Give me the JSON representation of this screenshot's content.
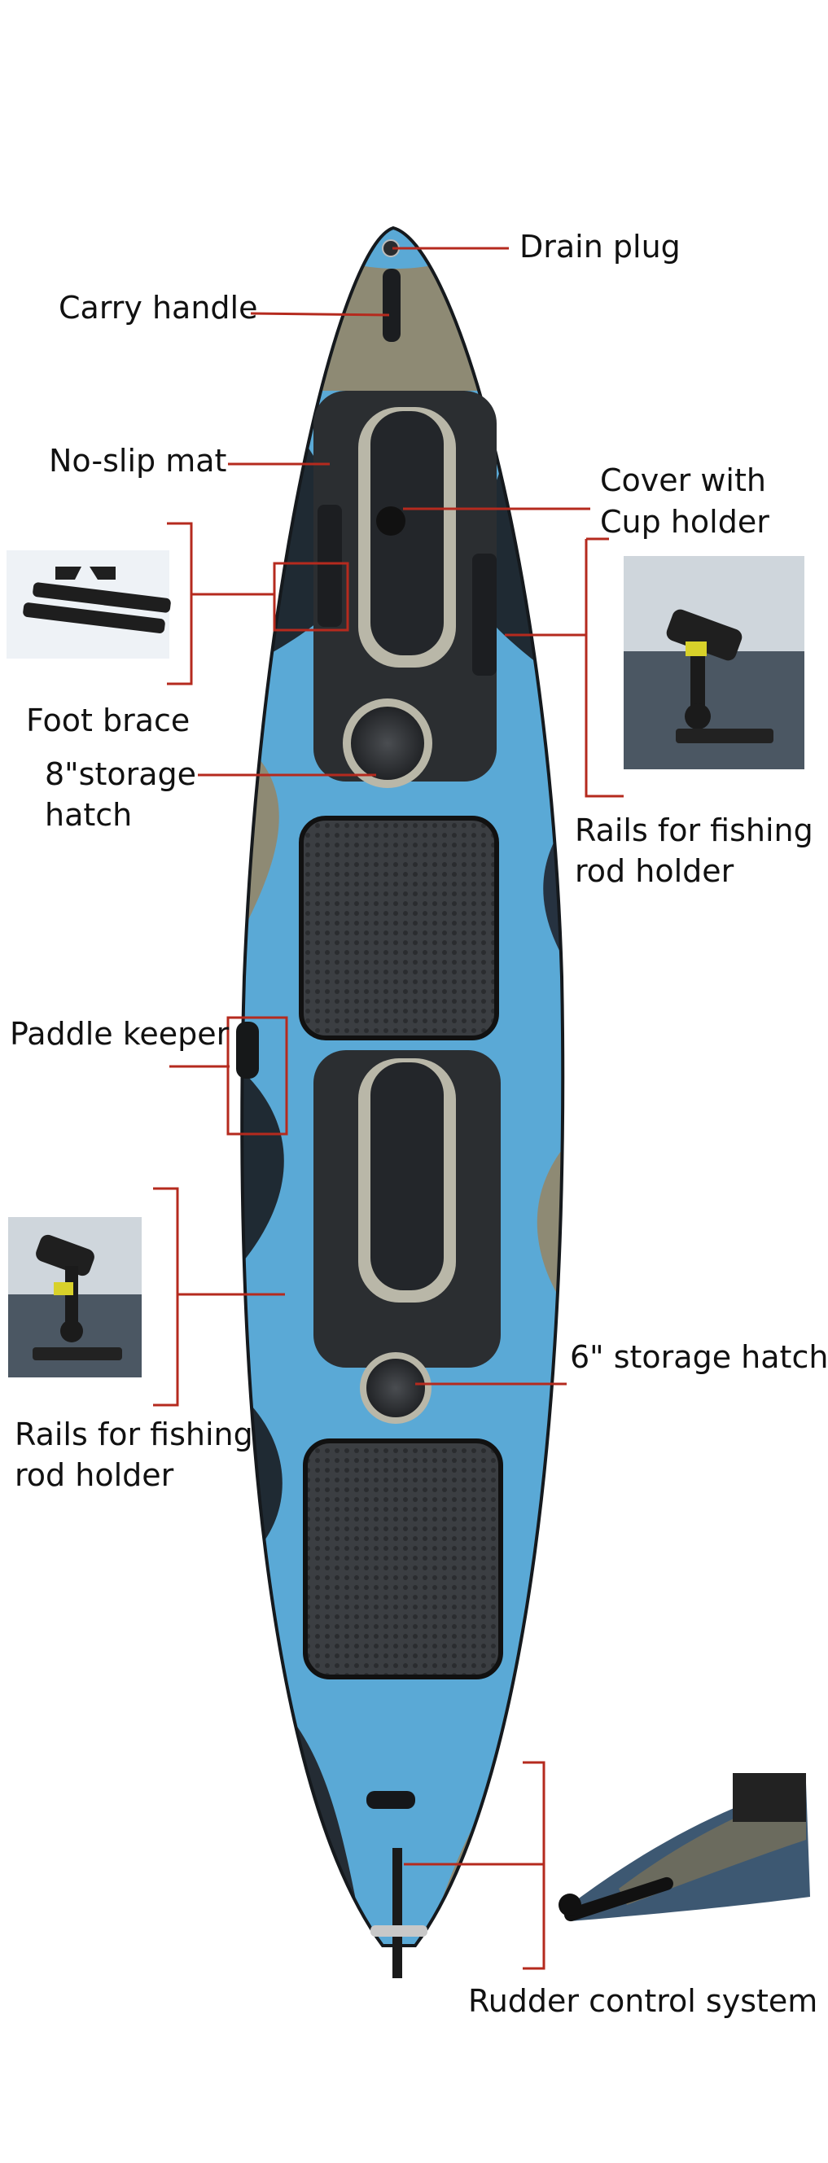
{
  "labels": {
    "drain_plug": "Drain plug",
    "carry_handle": "Carry handle",
    "no_slip_mat": "No-slip mat",
    "cover_cup_holder_1": "Cover with",
    "cover_cup_holder_2": "Cup holder",
    "foot_brace": "Foot brace",
    "storage_hatch_8_1": "8\"storage",
    "storage_hatch_8_2": "hatch",
    "rails_top_1": "Rails for fishing",
    "rails_top_2": "rod holder",
    "paddle_keeper": "Paddle keeper",
    "rails_bottom_1": "Rails for fishing",
    "rails_bottom_2": "rod holder",
    "storage_hatch_6": "6\" storage hatch",
    "rudder_control": "Rudder control system"
  },
  "colors": {
    "leader_line": "#b52a1e",
    "hull_blue": "#5aa9d6",
    "hull_dark": "#1f2a33",
    "hull_sand": "#8e8a74",
    "deck": "#2b2e31",
    "seat": "#3a3d40"
  },
  "icons": [
    "drain-plug-icon",
    "carry-handle-icon",
    "hatch-icon",
    "seat-icon",
    "rod-holder-icon",
    "foot-brace-icon",
    "rudder-icon"
  ]
}
